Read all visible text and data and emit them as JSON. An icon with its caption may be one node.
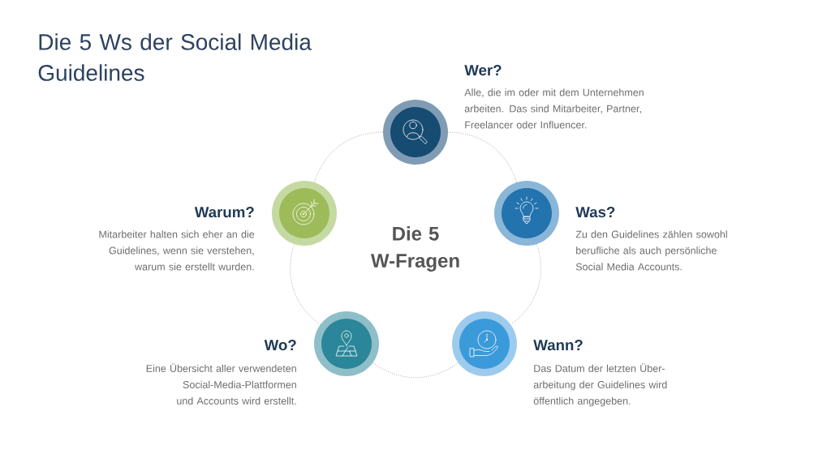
{
  "diagram": {
    "title": "Die 5 Ws der Social Media Guidelines",
    "nodes": [
      {
        "text": [],
        "shape": "circle",
        "beside": [
          "Wer?",
          "Alle, die im oder mit dem Unternehmen arbeiten. Das sind Mitarbeiter, Partner, Freelancer oder Influencer."
        ]
      },
      {
        "text": [],
        "shape": "circle",
        "beside": [
          "Warum?",
          "Mitarbeiter halten sich eher an die Guidelines, wenn sie verstehen, warum sie erstellt wurden."
        ]
      },
      {
        "text": [],
        "shape": "circle",
        "beside": [
          "Was?",
          "Zu den Guidelines zählen sowohl berufliche als auch persönliche Social Media Accounts."
        ]
      },
      {
        "text": [],
        "shape": "circle",
        "beside": [
          "Wo?",
          "Eine Übersicht aller verwendeten Social-Media-Plattformen und Accounts wird erstellt."
        ]
      },
      {
        "text": [],
        "shape": "circle",
        "beside": [
          "Wann?",
          "Das Datum der letzten Über- arbeitung der Guidelines wird öffentlich angegeben."
        ]
      }
    ],
    "edges": [
      {
        "from": 0,
        "to": 2,
        "arrow": "none"
      },
      {
        "from": 2,
        "to": 4,
        "arrow": "none"
      },
      {
        "from": 4,
        "to": 3,
        "arrow": "none"
      },
      {
        "from": 3,
        "to": 1,
        "arrow": "none"
      },
      {
        "from": 1,
        "to": 0,
        "arrow": "none"
      }
    ],
    "labels": [
      "Die 5 W-Fragen"
    ]
  }
}
